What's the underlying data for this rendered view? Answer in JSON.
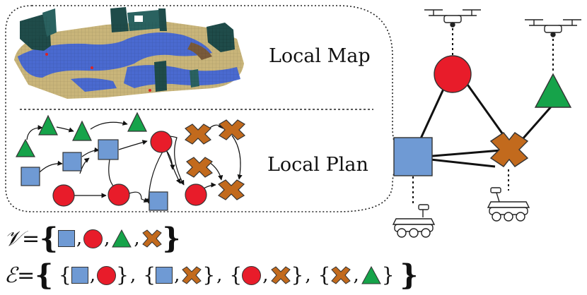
{
  "labels": {
    "local_map": "Local Map",
    "local_plan": "Local Plan"
  },
  "sets": {
    "vertex_symbol": "𝒱",
    "edge_symbol": "ℰ",
    "equals": "="
  },
  "colors": {
    "square": "#6f9ad4",
    "circle": "#e81c2a",
    "triangle": "#16a34a",
    "cross": "#c26a1d",
    "map_blue": "#4a6ad0",
    "map_tan": "#c9b57a",
    "map_wall": "#1f4c4a"
  },
  "graph": {
    "nodes": [
      "square",
      "circle",
      "triangle",
      "cross"
    ],
    "edges": [
      [
        "square",
        "circle"
      ],
      [
        "square",
        "cross"
      ],
      [
        "circle",
        "cross"
      ],
      [
        "cross",
        "triangle"
      ]
    ],
    "robots": {
      "circle": "drone",
      "triangle": "drone",
      "square": "ground-robot",
      "cross": "ground-robot"
    }
  },
  "icons": [
    "drone-icon",
    "ground-robot-icon"
  ]
}
